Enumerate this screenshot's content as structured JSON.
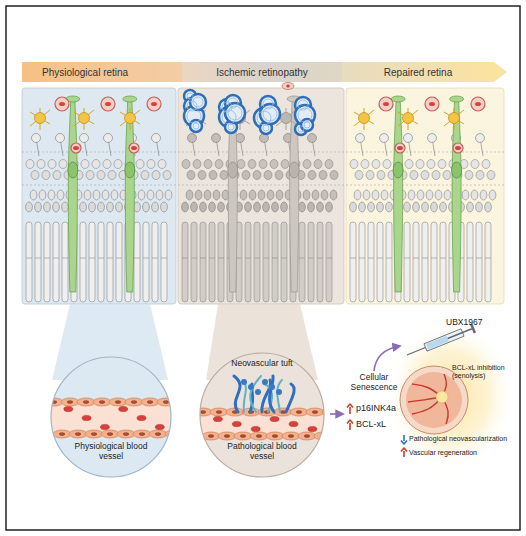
{
  "diagram": {
    "nodes": [
      {
        "text": [
          "Physiological retina"
        ]
      },
      {
        "text": [
          "Ischemic retinopathy"
        ]
      },
      {
        "text": [
          "Repaired retina"
        ]
      },
      {
        "text": [
          "Physiological blood vessel"
        ]
      },
      {
        "text": [
          "Neovascular tuft",
          "Pathological blood vessel"
        ]
      }
    ],
    "labels": [
      "Cellular Senescence",
      "p16INK4a",
      "BCL-xL",
      "UBX1967",
      "BCL-xL inhibition (senolysis)",
      "Pathological neovascularization",
      "Vascular regeneration"
    ]
  }
}
